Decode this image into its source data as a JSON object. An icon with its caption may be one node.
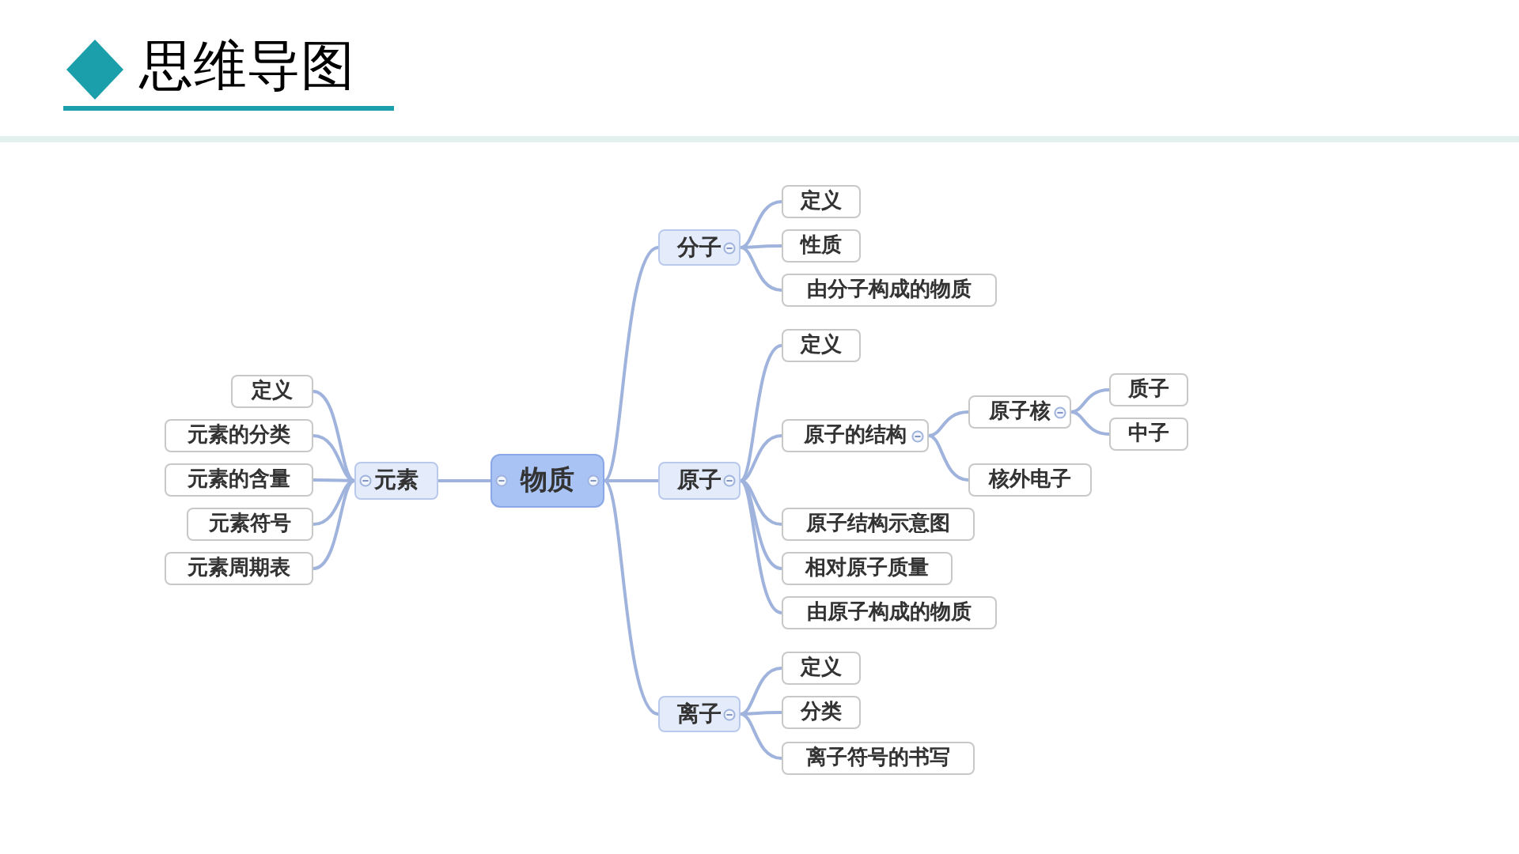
{
  "diagram": {
    "title": "思维导图",
    "nodes": [
      {
        "text": [
          "物质"
        ]
      },
      {
        "text": [
          "元素"
        ]
      },
      {
        "text": [
          "定义"
        ]
      },
      {
        "text": [
          "元素的分类"
        ]
      },
      {
        "text": [
          "元素的含量"
        ]
      },
      {
        "text": [
          "元素符号"
        ]
      },
      {
        "text": [
          "元素周期表"
        ]
      },
      {
        "text": [
          "分子"
        ]
      },
      {
        "text": [
          "定义"
        ]
      },
      {
        "text": [
          "性质"
        ]
      },
      {
        "text": [
          "由分子构成的物质"
        ]
      },
      {
        "text": [
          "原子"
        ]
      },
      {
        "text": [
          "定义"
        ]
      },
      {
        "text": [
          "原子的结构"
        ]
      },
      {
        "text": [
          "原子核"
        ]
      },
      {
        "text": [
          "质子"
        ]
      },
      {
        "text": [
          "中子"
        ]
      },
      {
        "text": [
          "核外电子"
        ]
      },
      {
        "text": [
          "原子结构示意图"
        ]
      },
      {
        "text": [
          "相对原子质量"
        ]
      },
      {
        "text": [
          "由原子构成的物质"
        ]
      },
      {
        "text": [
          "离子"
        ]
      },
      {
        "text": [
          "定义"
        ]
      },
      {
        "text": [
          "分类"
        ]
      },
      {
        "text": [
          "离子符号的书写"
        ]
      }
    ],
    "edges": [
      {
        "from": 0,
        "to": 1,
        "arrow": "none"
      },
      {
        "from": 1,
        "to": 2,
        "arrow": "none"
      },
      {
        "from": 1,
        "to": 3,
        "arrow": "none"
      },
      {
        "from": 1,
        "to": 4,
        "arrow": "none"
      },
      {
        "from": 1,
        "to": 5,
        "arrow": "none"
      },
      {
        "from": 1,
        "to": 6,
        "arrow": "none"
      },
      {
        "from": 0,
        "to": 7,
        "arrow": "none"
      },
      {
        "from": 7,
        "to": 8,
        "arrow": "none"
      },
      {
        "from": 7,
        "to": 9,
        "arrow": "none"
      },
      {
        "from": 7,
        "to": 10,
        "arrow": "none"
      },
      {
        "from": 0,
        "to": 11,
        "arrow": "none"
      },
      {
        "from": 11,
        "to": 12,
        "arrow": "none"
      },
      {
        "from": 11,
        "to": 13,
        "arrow": "none"
      },
      {
        "from": 13,
        "to": 14,
        "arrow": "none"
      },
      {
        "from": 14,
        "to": 15,
        "arrow": "none"
      },
      {
        "from": 14,
        "to": 16,
        "arrow": "none"
      },
      {
        "from": 13,
        "to": 17,
        "arrow": "none"
      },
      {
        "from": 11,
        "to": 18,
        "arrow": "none"
      },
      {
        "from": 11,
        "to": 19,
        "arrow": "none"
      },
      {
        "from": 11,
        "to": 20,
        "arrow": "none"
      },
      {
        "from": 0,
        "to": 21,
        "arrow": "none"
      },
      {
        "from": 21,
        "to": 22,
        "arrow": "none"
      },
      {
        "from": 21,
        "to": 23,
        "arrow": "none"
      },
      {
        "from": 21,
        "to": 24,
        "arrow": "none"
      }
    ]
  }
}
